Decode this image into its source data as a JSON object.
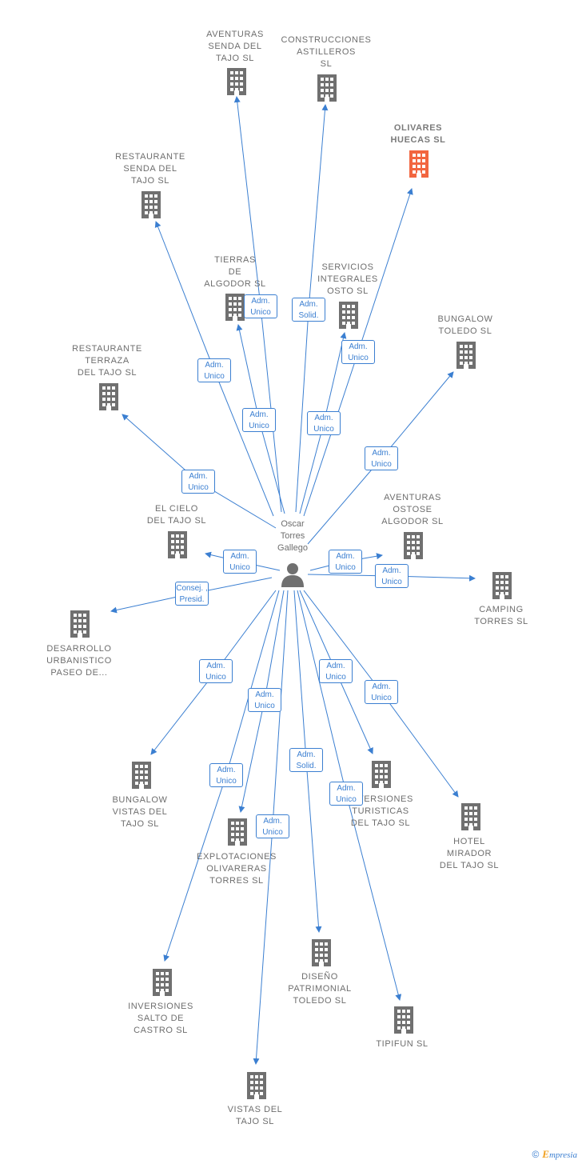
{
  "center": {
    "name": "Oscar\nTorres\nGallego",
    "icon": "person-icon"
  },
  "colors": {
    "edge": "#3b7fd1",
    "building": "#707070",
    "highlight": "#f26640"
  },
  "companies": [
    {
      "id": "aventuras-senda",
      "label": "AVENTURAS\nSENDA DEL\nTAJO  SL",
      "highlight": false
    },
    {
      "id": "construcciones-astilleros",
      "label": "CONSTRUCCIONES\nASTILLEROS\nSL",
      "highlight": false
    },
    {
      "id": "olivares-huecas",
      "label": "OLIVARES\nHUECAS  SL",
      "highlight": true
    },
    {
      "id": "restaurante-senda",
      "label": "RESTAURANTE\nSENDA DEL\nTAJO  SL",
      "highlight": false
    },
    {
      "id": "tierras-algodor",
      "label": "TIERRAS\nDE\nALGODOR  SL",
      "highlight": false
    },
    {
      "id": "servicios-integrales",
      "label": "SERVICIOS\nINTEGRALES\nOSTO  SL",
      "highlight": false
    },
    {
      "id": "bungalow-toledo",
      "label": "BUNGALOW\nTOLEDO  SL",
      "highlight": false
    },
    {
      "id": "restaurante-terraza",
      "label": "RESTAURANTE\nTERRAZA\nDEL TAJO  SL",
      "highlight": false
    },
    {
      "id": "el-cielo",
      "label": "EL CIELO\nDEL TAJO  SL",
      "highlight": false
    },
    {
      "id": "aventuras-ostose",
      "label": "AVENTURAS\nOSTOSE\nALGODOR  SL",
      "highlight": false
    },
    {
      "id": "camping-torres",
      "label": "CAMPING\nTORRES  SL",
      "highlight": false
    },
    {
      "id": "desarrollo-urbanistico",
      "label": "DESARROLLO\nURBANISTICO\nPASEO DE...",
      "highlight": false
    },
    {
      "id": "bungalow-vistas",
      "label": "BUNGALOW\nVISTAS DEL\nTAJO  SL",
      "highlight": false
    },
    {
      "id": "inversiones-turisticas",
      "label": "INVERSIONES\nTURISTICAS\nDEL TAJO  SL",
      "highlight": false
    },
    {
      "id": "hotel-mirador",
      "label": "HOTEL\nMIRADOR\nDEL TAJO  SL",
      "highlight": false
    },
    {
      "id": "explotaciones-olivareras",
      "label": "EXPLOTACIONES\nOLIVARERAS\nTORRES  SL",
      "highlight": false
    },
    {
      "id": "inversiones-salto",
      "label": "INVERSIONES\nSALTO DE\nCASTRO  SL",
      "highlight": false
    },
    {
      "id": "diseno-patrimonial",
      "label": "DISEÑO\nPATRIMONIAL\nTOLEDO SL",
      "highlight": false
    },
    {
      "id": "tipifun",
      "label": "TIPIFUN  SL",
      "highlight": false
    },
    {
      "id": "vistas-tajo",
      "label": "VISTAS DEL\nTAJO  SL",
      "highlight": false
    }
  ],
  "roles": [
    {
      "target": "aventuras-senda",
      "text": "Adm.\nUnico"
    },
    {
      "target": "construcciones-astilleros",
      "text": "Adm.\nSolid."
    },
    {
      "target": "olivares-huecas",
      "text": "Adm.\nUnico"
    },
    {
      "target": "restaurante-senda",
      "text": "Adm.\nUnico"
    },
    {
      "target": "tierras-algodor",
      "text": "Adm.\nUnico"
    },
    {
      "target": "servicios-integrales",
      "text": "Adm.\nUnico"
    },
    {
      "target": "bungalow-toledo",
      "text": "Adm.\nUnico"
    },
    {
      "target": "restaurante-terraza",
      "text": "Adm.\nUnico"
    },
    {
      "target": "el-cielo",
      "text": "Adm.\nUnico"
    },
    {
      "target": "aventuras-ostose",
      "text": "Adm.\nUnico"
    },
    {
      "target": "camping-torres",
      "text": "Adm.\nUnico"
    },
    {
      "target": "desarrollo-urbanistico",
      "text": "Consej. ,\nPresid."
    },
    {
      "target": "bungalow-vistas",
      "text": "Adm.\nUnico"
    },
    {
      "target": "inversiones-turisticas",
      "text": "Adm.\nUnico"
    },
    {
      "target": "hotel-mirador",
      "text": "Adm.\nUnico"
    },
    {
      "target": "explotaciones-olivareras",
      "text": "Adm.\nUnico"
    },
    {
      "target": "inversiones-salto",
      "text": "Adm.\nUnico"
    },
    {
      "target": "diseno-patrimonial",
      "text": "Adm.\nSolid."
    },
    {
      "target": "tipifun",
      "text": "Adm.\nUnico"
    },
    {
      "target": "vistas-tajo",
      "text": "Adm.\nUnico"
    }
  ],
  "footer": {
    "copyright": "©",
    "brand_initial": "E",
    "brand_rest": "mpresia"
  }
}
